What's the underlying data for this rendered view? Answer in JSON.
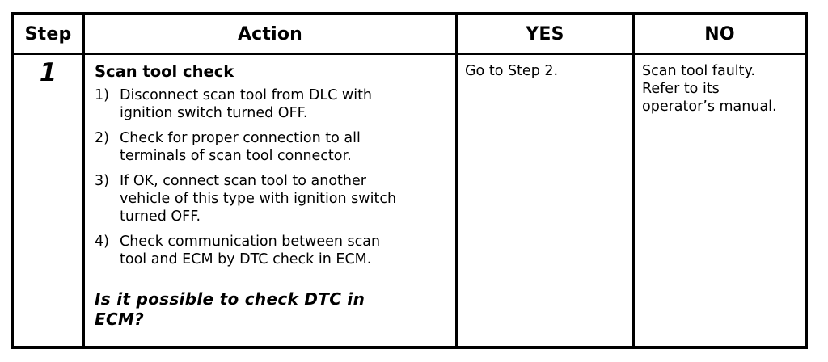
{
  "colors": {
    "border": "#000000",
    "text": "#000000",
    "background": "#ffffff"
  },
  "table": {
    "headers": {
      "step": "Step",
      "action": "Action",
      "yes": "YES",
      "no": "NO"
    },
    "rows": [
      {
        "step": "1",
        "action": {
          "title": "Scan tool check",
          "items": [
            {
              "num": "1)",
              "text": "Disconnect scan tool from DLC with\nignition switch turned OFF."
            },
            {
              "num": "2)",
              "text": "Check for proper connection to all\nterminals of scan tool connector."
            },
            {
              "num": "3)",
              "text": "If OK, connect scan tool to another\nvehicle of this type with ignition switch\nturned OFF."
            },
            {
              "num": "4)",
              "text": "Check communication between scan\ntool and ECM by DTC check in ECM."
            }
          ],
          "question": "Is it possible to check DTC in\nECM?"
        },
        "yes": "Go to Step 2.",
        "no": "Scan tool faulty.\nRefer to its\noperator’s manual."
      }
    ]
  }
}
